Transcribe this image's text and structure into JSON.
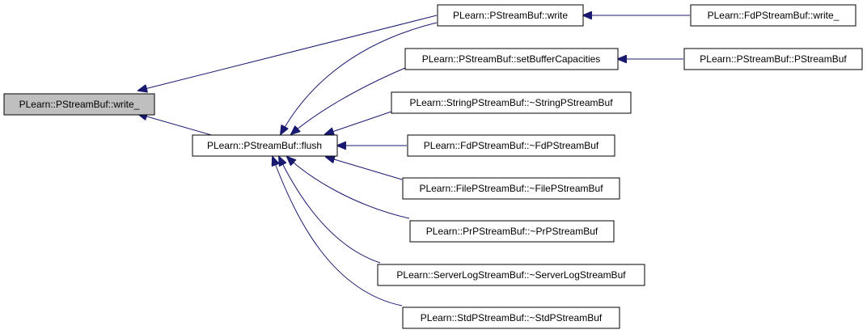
{
  "colors": {
    "edge": "#191970",
    "root_fill": "#bfbfbf",
    "node_fill": "#ffffff",
    "border": "#000000"
  },
  "nodes": {
    "write_u": {
      "label": "PLearn::PStreamBuf::write_"
    },
    "flush": {
      "label": "PLearn::PStreamBuf::flush"
    },
    "write": {
      "label": "PLearn::PStreamBuf::write"
    },
    "fd_write_u": {
      "label": "PLearn::FdPStreamBuf::write_"
    },
    "setbufcap": {
      "label": "PLearn::PStreamBuf::setBufferCapacities"
    },
    "ctor": {
      "label": "PLearn::PStreamBuf::PStreamBuf"
    },
    "string_dtor": {
      "label": "PLearn::StringPStreamBuf::~StringPStreamBuf"
    },
    "fd_dtor": {
      "label": "PLearn::FdPStreamBuf::~FdPStreamBuf"
    },
    "file_dtor": {
      "label": "PLearn::FilePStreamBuf::~FilePStreamBuf"
    },
    "pr_dtor": {
      "label": "PLearn::PrPStreamBuf::~PrPStreamBuf"
    },
    "serverlog_dtor": {
      "label": "PLearn::ServerLogStreamBuf::~ServerLogStreamBuf"
    },
    "std_dtor": {
      "label": "PLearn::StdPStreamBuf::~StdPStreamBuf"
    }
  }
}
